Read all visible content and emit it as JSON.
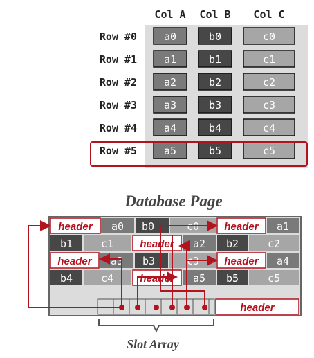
{
  "table": {
    "columns": [
      "Col A",
      "Col B",
      "Col C"
    ],
    "rows": [
      {
        "label": "Row #0",
        "cells": [
          "a0",
          "b0",
          "c0"
        ]
      },
      {
        "label": "Row #1",
        "cells": [
          "a1",
          "b1",
          "c1"
        ]
      },
      {
        "label": "Row #2",
        "cells": [
          "a2",
          "b2",
          "c2"
        ]
      },
      {
        "label": "Row #3",
        "cells": [
          "a3",
          "b3",
          "c3"
        ]
      },
      {
        "label": "Row #4",
        "cells": [
          "a4",
          "b4",
          "c4"
        ]
      },
      {
        "label": "Row #5",
        "cells": [
          "a5",
          "b5",
          "c5"
        ]
      }
    ],
    "highlighted_row": 5
  },
  "page": {
    "title": "Database Page",
    "header_label": "header",
    "line1": [
      "header",
      "a0",
      "b0",
      "c0",
      "header",
      "a1"
    ],
    "line2": [
      "b1",
      "c1",
      "header",
      "a2",
      "b2",
      "c2"
    ],
    "line3": [
      "header",
      "a3",
      "b3",
      "c3",
      "header",
      "a4"
    ],
    "line4": [
      "b4",
      "c4",
      "header",
      "a5",
      "b5",
      "c5"
    ],
    "footer_header": "header",
    "slot_array_label": "Slot Array"
  },
  "colors": {
    "accent": "#b3121f",
    "col_a": "#7a7a7a",
    "col_b": "#474747",
    "col_c": "#a6a6a6",
    "grid_bg": "#dcdcdc",
    "page_border": "#666666"
  }
}
